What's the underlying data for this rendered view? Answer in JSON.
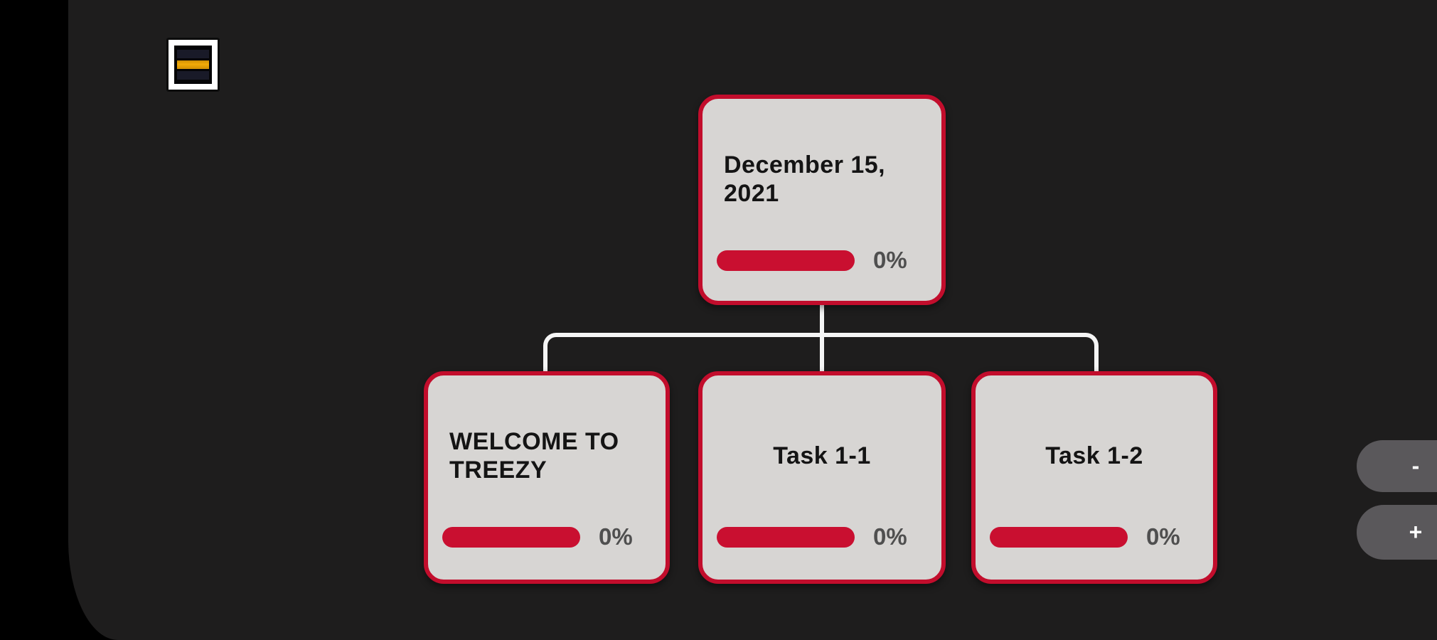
{
  "colors": {
    "page_bg": "#000000",
    "panel_bg": "#1e1d1d",
    "card_bg": "#d7d5d3",
    "card_border": "#c20d2c",
    "progress_track": "#c90f30",
    "progress_label_color": "#4f4f4f",
    "connector": "#f5f5f5",
    "zoom_button_bg": "#5a585b",
    "menu_accent": "#f3ab08"
  },
  "menu_button": {
    "icon": "hamburger-menu-icon"
  },
  "tree": {
    "root": {
      "title": "December 15, 2021",
      "progress_percent": 0,
      "progress_label": "0%",
      "text_align": "left"
    },
    "children": [
      {
        "title": "WELCOME TO TREEZY",
        "progress_percent": 0,
        "progress_label": "0%",
        "text_align": "left"
      },
      {
        "title": "Task 1-1",
        "progress_percent": 0,
        "progress_label": "0%",
        "text_align": "center"
      },
      {
        "title": "Task 1-2",
        "progress_percent": 0,
        "progress_label": "0%",
        "text_align": "center"
      }
    ]
  },
  "zoom_controls": {
    "zoom_out_label": "-",
    "zoom_in_label": "+"
  }
}
